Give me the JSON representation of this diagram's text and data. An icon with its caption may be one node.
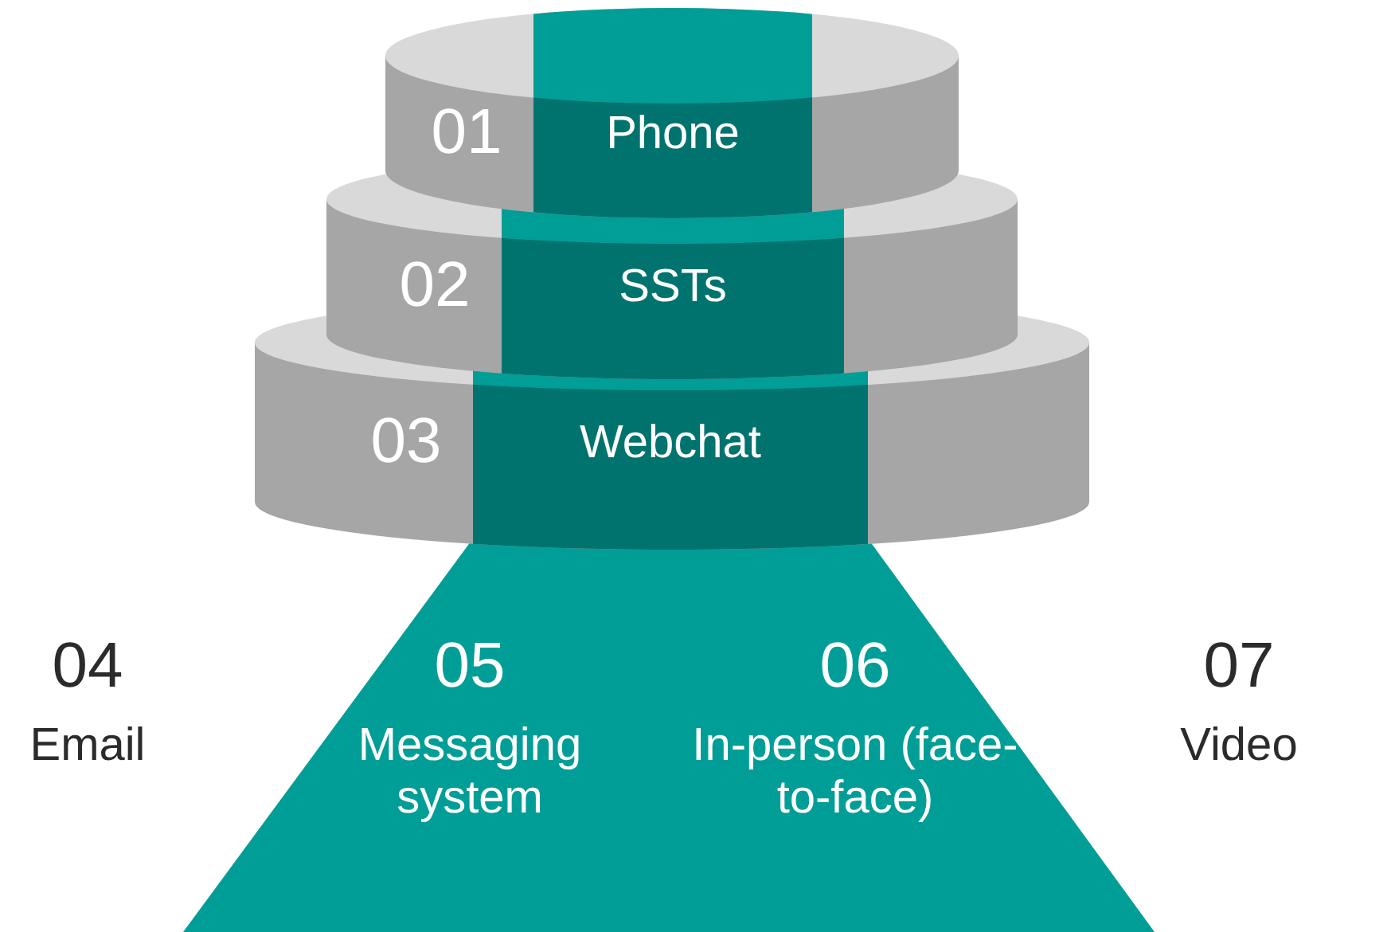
{
  "diagram": {
    "nodes": [
      {
        "text": [
          "01",
          "Phone"
        ]
      },
      {
        "text": [
          "02",
          "SSTs"
        ]
      },
      {
        "text": [
          "03",
          "Webchat"
        ]
      },
      {
        "text": [
          "05",
          "Messaging system",
          "06",
          "In-person (face-to-face)"
        ]
      }
    ],
    "labels": [
      "04",
      "Email",
      "07",
      "Video"
    ]
  }
}
